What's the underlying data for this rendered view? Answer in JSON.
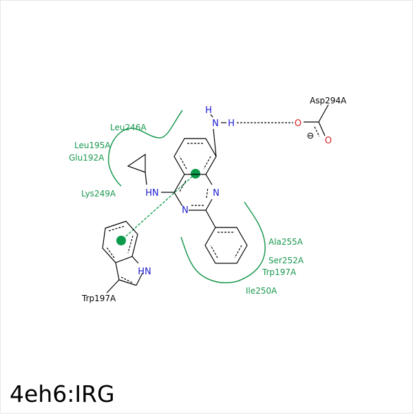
{
  "caption": "4eh6:IRG",
  "colors": {
    "contact": "#1a9850",
    "stacking": "#0a9a4a",
    "bond": "#000000",
    "nitrogen": "#1a1ad0",
    "oxygen": "#d62020",
    "hbond": "#000000"
  },
  "residues": {
    "leu246": "Leu246A",
    "leu195": "Leu195A",
    "glu192": "Glu192A",
    "lys249": "Lys249A",
    "ala255": "Ala255A",
    "ser252": "Ser252A",
    "trp197_pocket": "Trp197A",
    "ile250": "Ile250A",
    "asp294": "Asp294A",
    "trp197_side": "Trp197A"
  },
  "atoms": {
    "n_amine": "N",
    "h_amine_top": "H",
    "h_amine_right": "H",
    "n_ring_right": "N",
    "n_ring_bottom": "N",
    "hn_linker": "HN",
    "hn_indole": "HN",
    "o_top": "O",
    "o_bottom": "O",
    "charge": "⊖"
  }
}
